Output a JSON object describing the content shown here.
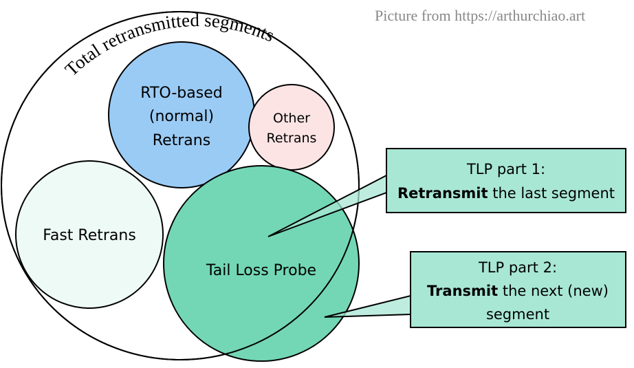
{
  "credit": "Picture from https://arthurchiao.art",
  "outer": {
    "label": "Total retransmitted segments"
  },
  "circles": {
    "rto": {
      "lines": [
        "RTO-based",
        "(normal)",
        "Retrans"
      ],
      "color": "#9acbf5"
    },
    "other": {
      "lines": [
        "Other",
        "Retrans"
      ],
      "color": "#fce4e4"
    },
    "fast": {
      "label": "Fast Retrans",
      "color": "#eefaf6"
    },
    "tlp": {
      "label": "Tail Loss Probe",
      "color": "#73d7b6"
    }
  },
  "callouts": {
    "part1": {
      "title": "TLP part 1:",
      "bold": "Retransmit",
      "rest": " the last segment",
      "color": "#a8e7d4"
    },
    "part2": {
      "title": "TLP part 2:",
      "bold": "Transmit",
      "rest": " the next (new)",
      "line3": "segment",
      "color": "#a8e7d4"
    }
  }
}
